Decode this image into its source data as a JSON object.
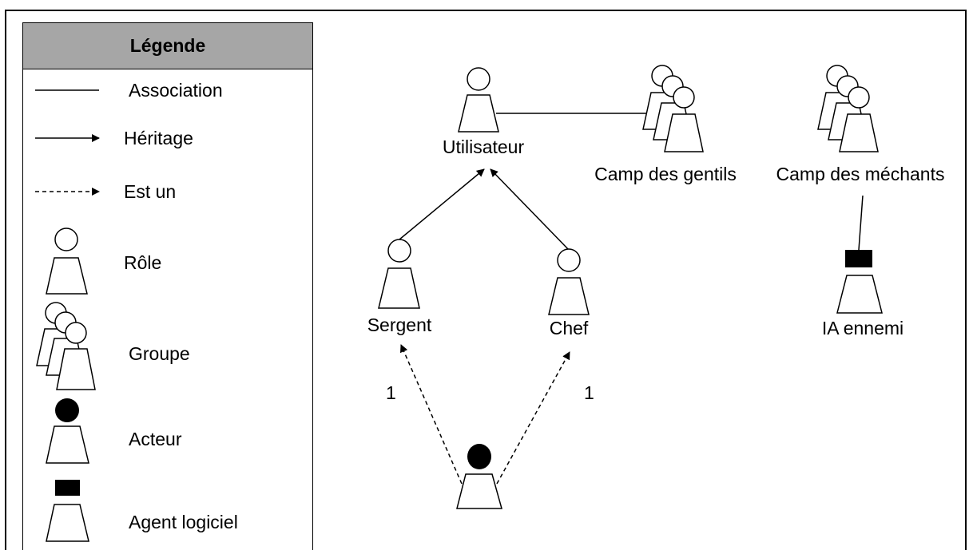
{
  "legend": {
    "title": "Légende",
    "items": [
      {
        "label": "Association",
        "symbol": "solid-line"
      },
      {
        "label": "Héritage",
        "symbol": "arrow-line"
      },
      {
        "label": "Est un",
        "symbol": "dashed-arrow"
      },
      {
        "label": "Rôle",
        "symbol": "role-icon"
      },
      {
        "label": "Groupe",
        "symbol": "group-icon"
      },
      {
        "label": "Acteur",
        "symbol": "actor-icon"
      },
      {
        "label": "Agent logiciel",
        "symbol": "software-agent-icon"
      }
    ]
  },
  "nodes": {
    "utilisateur": {
      "label": "Utilisateur",
      "kind": "role"
    },
    "camp_gentils": {
      "label": "Camp des gentils",
      "kind": "group"
    },
    "camp_mechants": {
      "label": "Camp des méchants",
      "kind": "group"
    },
    "ia_ennemi": {
      "label": "IA ennemi",
      "kind": "software-agent"
    },
    "sergent": {
      "label": "Sergent",
      "kind": "role"
    },
    "chef": {
      "label": "Chef",
      "kind": "role"
    },
    "acteur": {
      "label": "",
      "kind": "actor"
    }
  },
  "edges": {
    "assoc_utilisateur_gentils": {
      "type": "association"
    },
    "assoc_mechants_ia": {
      "type": "association"
    },
    "inherit_sergent_utilisateur": {
      "type": "heritage"
    },
    "inherit_chef_utilisateur": {
      "type": "heritage"
    },
    "isa_acteur_sergent": {
      "type": "est-un",
      "label": "1"
    },
    "isa_acteur_chef": {
      "type": "est-un",
      "label": "1"
    }
  },
  "colors": {
    "legend_header": "#a6a6a6",
    "stroke": "#000000",
    "background": "#ffffff"
  }
}
